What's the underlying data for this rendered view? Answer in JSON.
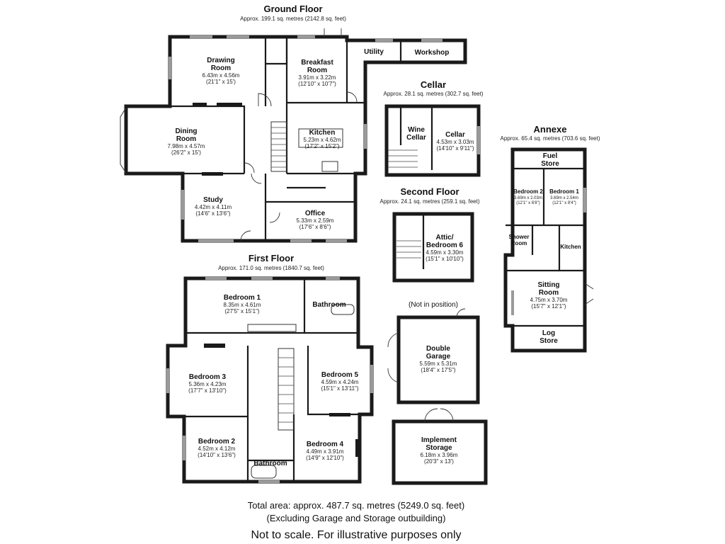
{
  "sections": {
    "ground_floor": {
      "title": "Ground Floor",
      "area": "Approx. 199.1 sq. metres (2142.8 sq. feet)"
    },
    "cellar": {
      "title": "Cellar",
      "area": "Approx. 28.1 sq. metres (302.7 sq. feet)"
    },
    "annexe": {
      "title": "Annexe",
      "area": "Approx. 65.4 sq. metres (703.6 sq. feet)"
    },
    "second_floor": {
      "title": "Second Floor",
      "area": "Approx. 24.1 sq. metres (259.1 sq. feet)"
    },
    "first_floor": {
      "title": "First Floor",
      "area": "Approx. 171.0 sq. metres (1840.7 sq. feet)"
    }
  },
  "rooms": {
    "drawing_room": {
      "name": "Drawing Room",
      "name_l1": "Drawing",
      "name_l2": "Room",
      "metric": "6.43m x 4.56m",
      "imperial": "(21'1\" x 15')"
    },
    "breakfast_room": {
      "name_l1": "Breakfast",
      "name_l2": "Room",
      "metric": "3.91m x 3.22m",
      "imperial": "(12'10\" x 10'7\")"
    },
    "utility": {
      "name": "Utility"
    },
    "workshop": {
      "name": "Workshop"
    },
    "dining_room": {
      "name_l1": "Dining",
      "name_l2": "Room",
      "metric": "7.98m x 4.57m",
      "imperial": "(26'2\" x 15')"
    },
    "kitchen": {
      "name": "Kitchen",
      "metric": "5.23m x 4.62m",
      "imperial": "(17'2\" x 15'2\")"
    },
    "study": {
      "name": "Study",
      "metric": "4.42m x 4.11m",
      "imperial": "(14'6\" x 13'6\")"
    },
    "office": {
      "name": "Office",
      "metric": "5.33m x 2.59m",
      "imperial": "(17'6\" x 8'6\")"
    },
    "wine_cellar": {
      "name_l1": "Wine",
      "name_l2": "Cellar"
    },
    "cellar_room": {
      "name": "Cellar",
      "metric": "4.53m x 3.03m",
      "imperial": "(14'10\" x 9'11\")"
    },
    "fuel_store": {
      "name_l1": "Fuel",
      "name_l2": "Store"
    },
    "annexe_bedroom_2": {
      "name": "Bedroom 2",
      "metric": "3.69m x 2.03m",
      "imperial": "(12'1\" x 6'8\")"
    },
    "annexe_bedroom_1": {
      "name": "Bedroom 1",
      "metric": "3.69m x 2.54m",
      "imperial": "(12'1\" x 8'4\")"
    },
    "shower_room": {
      "name_l1": "Shower",
      "name_l2": "Room"
    },
    "annexe_kitchen": {
      "name": "Kitchen"
    },
    "sitting_room": {
      "name_l1": "Sitting",
      "name_l2": "Room",
      "metric": "4.75m x 3.70m",
      "imperial": "(15'7\" x 12'1\")"
    },
    "log_store": {
      "name_l1": "Log",
      "name_l2": "Store"
    },
    "attic": {
      "name_l1": "Attic/",
      "name_l2": "Bedroom 6",
      "metric": "4.59m x 3.30m",
      "imperial": "(15'1\" x 10'10\")"
    },
    "bedroom_1": {
      "name": "Bedroom 1",
      "metric": "8.35m x 4.61m",
      "imperial": "(27'5\" x 15'1\")"
    },
    "bathroom_upper": {
      "name": "Bathroom"
    },
    "bedroom_3": {
      "name": "Bedroom 3",
      "metric": "5.36m x 4.23m",
      "imperial": "(17'7\" x 13'10\")"
    },
    "bedroom_5": {
      "name": "Bedroom 5",
      "metric": "4.59m x 4.24m",
      "imperial": "(15'1\" x 13'11\")"
    },
    "bedroom_2": {
      "name": "Bedroom 2",
      "metric": "4.52m x 4.12m",
      "imperial": "(14'10\" x 13'6\")"
    },
    "bedroom_4": {
      "name": "Bedroom 4",
      "metric": "4.49m x 3.91m",
      "imperial": "(14'9\" x 12'10\")"
    },
    "bathroom_lower": {
      "name": "Bathroom"
    },
    "double_garage": {
      "name_l1": "Double",
      "name_l2": "Garage",
      "metric": "5.59m x 5.31m",
      "imperial": "(18'4\" x 17'5\")"
    },
    "implement_storage": {
      "name_l1": "Implement",
      "name_l2": "Storage",
      "metric": "6.18m x 3.96m",
      "imperial": "(20'3\" x 13')"
    }
  },
  "notes": {
    "not_in_position": "(Not in position)",
    "total_area": "Total area: approx. 487.7 sq. metres (5249.0 sq. feet)",
    "excluding": "(Excluding Garage and Storage outbuilding)",
    "disclaimer": "Not to scale. For illustrative purposes only"
  }
}
